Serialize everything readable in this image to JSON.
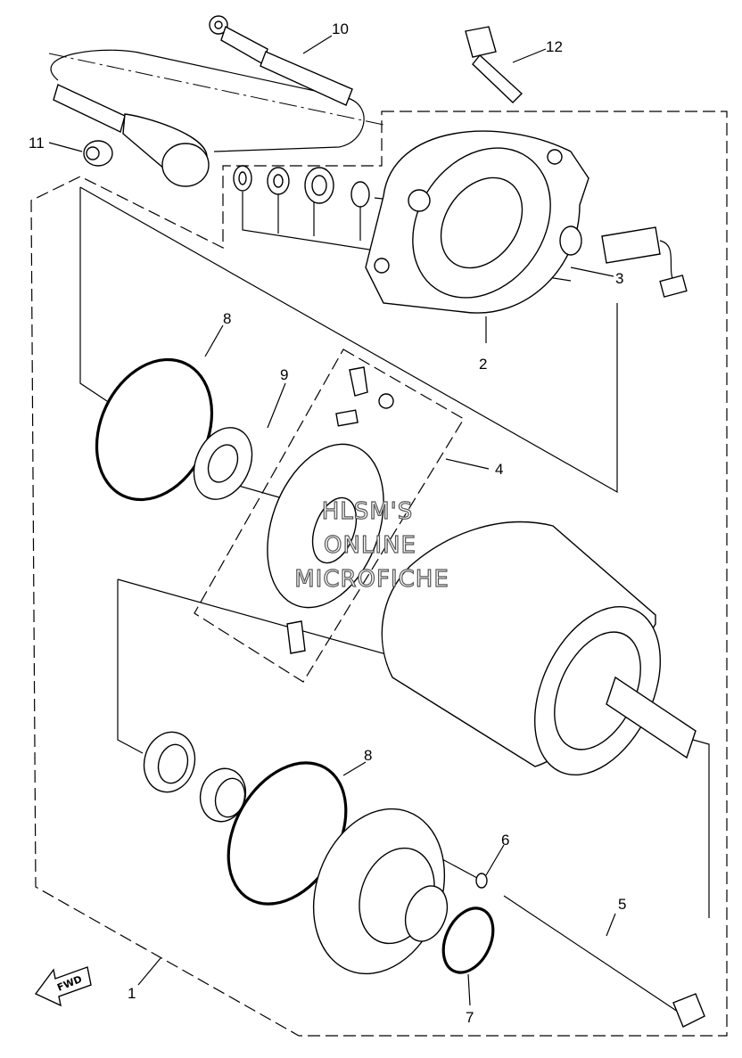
{
  "callouts": {
    "c1": "1",
    "c2": "2",
    "c3": "3",
    "c4": "4",
    "c5": "5",
    "c6": "6",
    "c7": "7",
    "c8a": "8",
    "c8b": "8",
    "c9": "9",
    "c10": "10",
    "c11": "11",
    "c12": "12"
  },
  "watermark": {
    "line1": "HLSM'S",
    "line2": "ONLINE",
    "line3": "MICROFICHE"
  },
  "fwd_label": "FWD"
}
